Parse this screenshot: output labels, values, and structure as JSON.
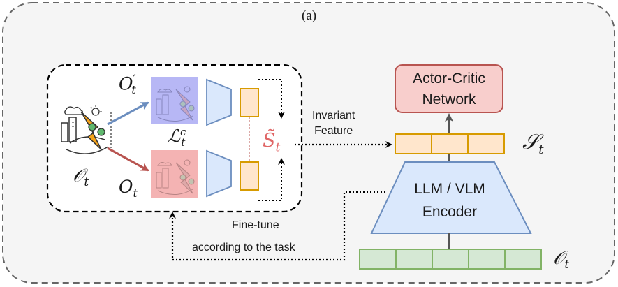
{
  "panel": {
    "label": "(a)"
  },
  "inputs": {
    "raw_obs": "𝒪",
    "raw_obs_sub": "t",
    "aug_obs": "O",
    "aug_obs_sup": "′",
    "aug_obs_sub": "t",
    "obs": "O",
    "obs_sub": "t",
    "contrastive_loss": "ℒ",
    "contrastive_loss_sup": "c",
    "contrastive_loss_sub": "t",
    "feature": "S̃",
    "feature_sub": "t"
  },
  "flow": {
    "invariant_line1": "Invariant",
    "invariant_line2": "Feature",
    "finetune_line1": "Fine-tune",
    "finetune_line2": "according to the task"
  },
  "blocks": {
    "actor_critic_line1": "Actor-Critic",
    "actor_critic_line2": "Network",
    "encoder_line1": "LLM / VLM",
    "encoder_line2": "Encoder",
    "state": "𝒮",
    "state_sub": "t",
    "bottom_obs": "𝒪",
    "bottom_obs_sub": "t"
  },
  "colors": {
    "blue_arrow": "#6c8ebf",
    "red_arrow": "#b85450",
    "orange_fill": "#ffe6cc",
    "orange_stroke": "#d79b00",
    "green_fill": "#d5e8d4",
    "green_stroke": "#82b366",
    "encoder_fill": "#dae8fc",
    "actor_fill": "#f8cecc",
    "feature_text": "#e06666"
  }
}
